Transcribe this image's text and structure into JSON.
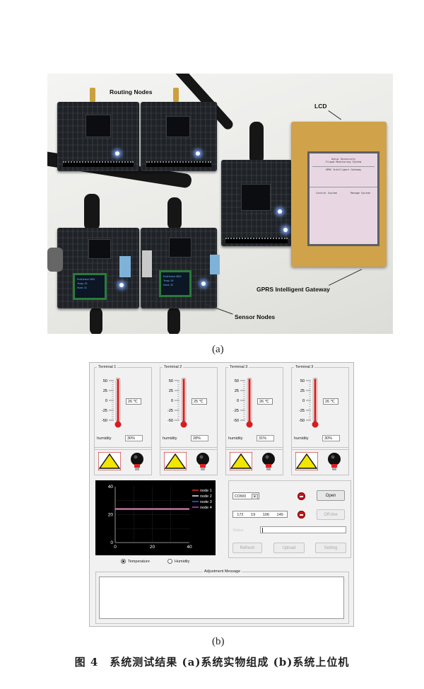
{
  "photo": {
    "labels": {
      "routing": "Routing Nodes",
      "lcd": "LCD",
      "gateway": "GPRS Intelligent Gateway",
      "sensor": "Sensor Nodes"
    },
    "lcd_screen": {
      "line1": "Anhui University",
      "line2": "Tripod Monitoring System",
      "line3": "GPRS Intelligent Gateway",
      "btn_left": "Control System",
      "btn_right": "Manage System"
    },
    "oled1": [
      "EndDevice 0801",
      "Temp: 26",
      "Humi: 31"
    ],
    "oled2": [
      "EndDevice 0802",
      "Temp: 26",
      "Humi: 32"
    ],
    "caption": "(a)"
  },
  "software": {
    "terminals": [
      {
        "title": "Terminal 1",
        "temp": "26 ℃",
        "humidity_label": "humidity",
        "humidity": "30%"
      },
      {
        "title": "Terminal 2",
        "temp": "25 ℃",
        "humidity_label": "humidity",
        "humidity": "28%"
      },
      {
        "title": "Terminal 3",
        "temp": "26 ℃",
        "humidity_label": "humidity",
        "humidity": "31%"
      },
      {
        "title": "Terminal 3",
        "temp": "26 ℃",
        "humidity_label": "humidity",
        "humidity": "30%"
      }
    ],
    "thermo_ticks": [
      "50",
      "25",
      "0",
      "-25",
      "-50"
    ],
    "radio_temperature": "Temperature",
    "radio_humidity": "Humidity",
    "com_port": "COM3",
    "ip": [
      "172",
      "19",
      "106",
      "149"
    ],
    "open_label": "Open",
    "offline_label": "Off-line",
    "status_label": "Status",
    "refresh_label": "Refresh",
    "upload_label": "Upload",
    "setting_label": "Setting",
    "adjustment_title": "Adjustment Message",
    "caption": "(b)"
  },
  "chart_data": {
    "type": "line",
    "title": "",
    "xlabel": "",
    "ylabel": "",
    "xlim": [
      0,
      40
    ],
    "ylim": [
      0,
      40
    ],
    "x_ticks": [
      "0",
      "20",
      "40"
    ],
    "y_ticks": [
      "0",
      "20",
      "40"
    ],
    "grid": true,
    "legend_position": "right",
    "series": [
      {
        "name": "node 1",
        "color": "#ff2a2a",
        "x": [
          0,
          40
        ],
        "values": [
          24,
          24
        ]
      },
      {
        "name": "node 2",
        "color": "#ffffff",
        "x": [
          0,
          40
        ],
        "values": [
          24,
          24
        ]
      },
      {
        "name": "node 3",
        "color": "#3b6bff",
        "x": [
          0,
          40
        ],
        "values": [
          24,
          24
        ]
      },
      {
        "name": "node 4",
        "color": "#e040e0",
        "x": [
          0,
          40
        ],
        "values": [
          24,
          24
        ]
      }
    ]
  },
  "figure_caption": "图 4　系统测试结果 (a)系统实物组成 (b)系统上位机"
}
